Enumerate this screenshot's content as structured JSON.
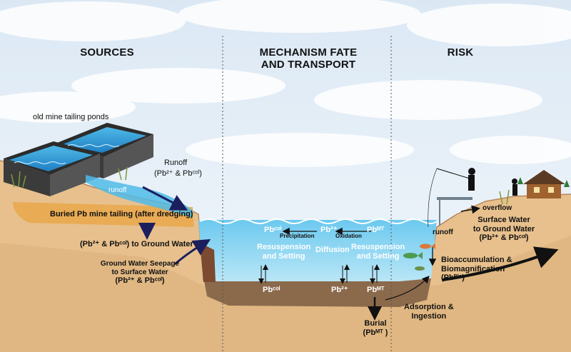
{
  "sections": {
    "sources": "SOURCES",
    "mechanism_line1": "MECHANISM FATE",
    "mechanism_line2": "AND TRANSPORT",
    "risk": "RISK"
  },
  "sources": {
    "ponds_label": "old mine tailing ponds",
    "runoff_title": "Runoff",
    "runoff_species": "(Pb²⁺ & Pbᶜᵒˡ)",
    "runoff_small": "runoff",
    "buried_label": "Buried Pb mine tailing (after dredging)",
    "to_ground_water": "(Pb²⁺ & Pbᶜᵒˡ) to Ground Water",
    "seepage_line1": "Ground Water Seepage",
    "seepage_line2": "to Surface Water",
    "seepage_species": "(Pb²⁺ & Pbᶜᵒˡ)"
  },
  "mechanism": {
    "pb_col_top": "Pbᶜᵒˡ",
    "precipitation": "Precipitation",
    "pb2_top": "Pb²⁺",
    "oxidation": "Oxidation",
    "pb_mt_top": "Pbᴹᵀ",
    "resuspension_left_1": "Resuspension",
    "resuspension_left_2": "and Setting",
    "diffusion": "Diffusion",
    "resuspension_right_1": "Resuspension",
    "resuspension_right_2": "and Setting",
    "pb_col_bottom": "Pbᶜᵒˡ",
    "pb2_bottom": "Pb²⁺",
    "pb_mt_bottom": "Pbᴹᵀ",
    "burial": "Burial",
    "burial_species": "(Pbᴹᵀ )"
  },
  "risk": {
    "runoff": "runoff",
    "overflow": "overflow",
    "surface_line1": "Surface Water",
    "surface_line2": "to Ground Water",
    "surface_species": "(Pb²⁺ & Pbᶜᵒˡ)",
    "bio_line1": "Bioaccumulation &",
    "bio_line2": "Biomagnification",
    "bio_species": "(Pbᴮⁱᵒ)",
    "adsorption_line1": "Adsorption &",
    "adsorption_line2": "Ingestion"
  },
  "colors": {
    "sky": "#eaf2f9",
    "water": "#8fd3ef",
    "water_deep": "#5ec0e8",
    "land": "#e7c08d",
    "sediment": "#8b6a4c",
    "arrow": "#1b1f5e"
  }
}
